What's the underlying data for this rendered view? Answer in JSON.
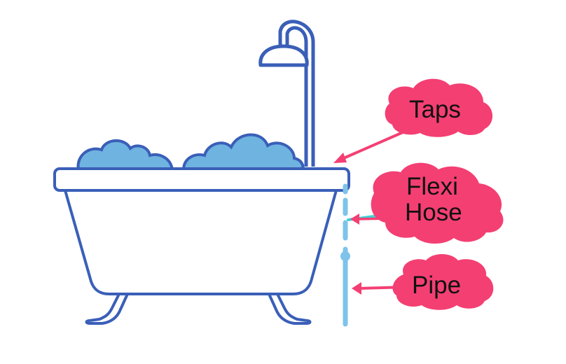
{
  "labels": {
    "taps": "Taps",
    "flexi_hose_line1": "Flexi",
    "flexi_hose_line2": "Hose",
    "pipe": "Pipe"
  },
  "colors": {
    "outline": "#3a5fb8",
    "bubbles": "#6fb3e0",
    "pipe": "#7ec3ea",
    "hose_accent": "#3fd0d8",
    "callout": "#f43f73",
    "arrow": "#f43f73",
    "text": "#111111"
  },
  "icons": {
    "bathtub": "clawfoot-bathtub-icon",
    "shower": "shower-head-icon"
  }
}
